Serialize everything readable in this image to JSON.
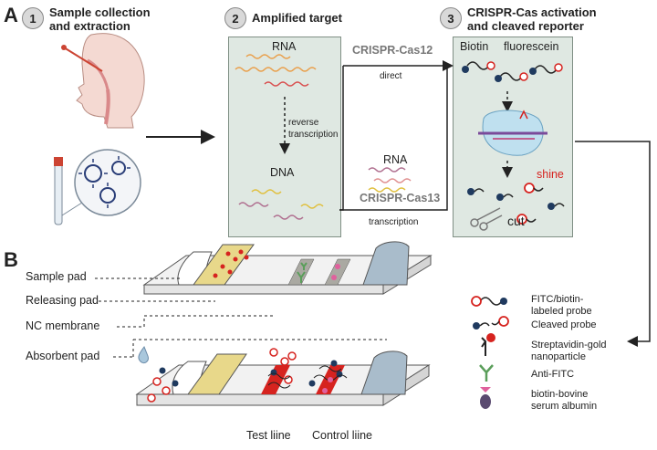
{
  "panel_a": {
    "letter": "A",
    "steps": [
      {
        "num": "1",
        "title_line1": "Sample collection",
        "title_line2": "and extraction"
      },
      {
        "num": "2",
        "title_line1": "Amplified target",
        "title_line2": ""
      },
      {
        "num": "3",
        "title_line1": "CRISPR-Cas activation",
        "title_line2": "and cleaved reporter"
      }
    ],
    "amplified": {
      "rna": "RNA",
      "reverse_line1": "reverse",
      "reverse_line2": "transcription",
      "dna": "DNA"
    },
    "paths": {
      "cas12": "CRISPR-Cas12",
      "direct": "direct",
      "rna": "RNA",
      "cas13": "CRISPR-Cas13",
      "transcription": "transcription"
    },
    "reporter": {
      "biotin": "Biotin",
      "fluorescein": "fluorescein",
      "shine": "shine",
      "cut": "cut"
    }
  },
  "panel_b": {
    "letter": "B",
    "strip_labels": [
      "Sample pad",
      "Releasing pad",
      "NC membrane",
      "Absorbent pad"
    ],
    "line_labels": {
      "test": "Test liine",
      "control": "Control liine"
    },
    "legend": [
      {
        "line1": "FITC/biotin-",
        "line2": "labeled probe",
        "icon": "labeled-probe-icon"
      },
      {
        "line1": "Cleaved probe",
        "line2": "",
        "icon": "cleaved-probe-icon"
      },
      {
        "line1": "Streptavidin-gold",
        "line2": "nanoparticle",
        "icon": "gold-nanoparticle-icon"
      },
      {
        "line1": "Anti-FITC",
        "line2": "",
        "icon": "anti-fitc-icon"
      },
      {
        "line1": "biotin-bovine",
        "line2": "serum albumin",
        "icon": "bsa-icon"
      }
    ]
  },
  "colors": {
    "box_fill": "#dfe8e2",
    "red": "#d6231f",
    "navy": "#1f3a5f",
    "green": "#5a9e5a",
    "pink": "#e0619d",
    "yellow": "#e8d88a",
    "blue_pad": "#a9bccb"
  }
}
